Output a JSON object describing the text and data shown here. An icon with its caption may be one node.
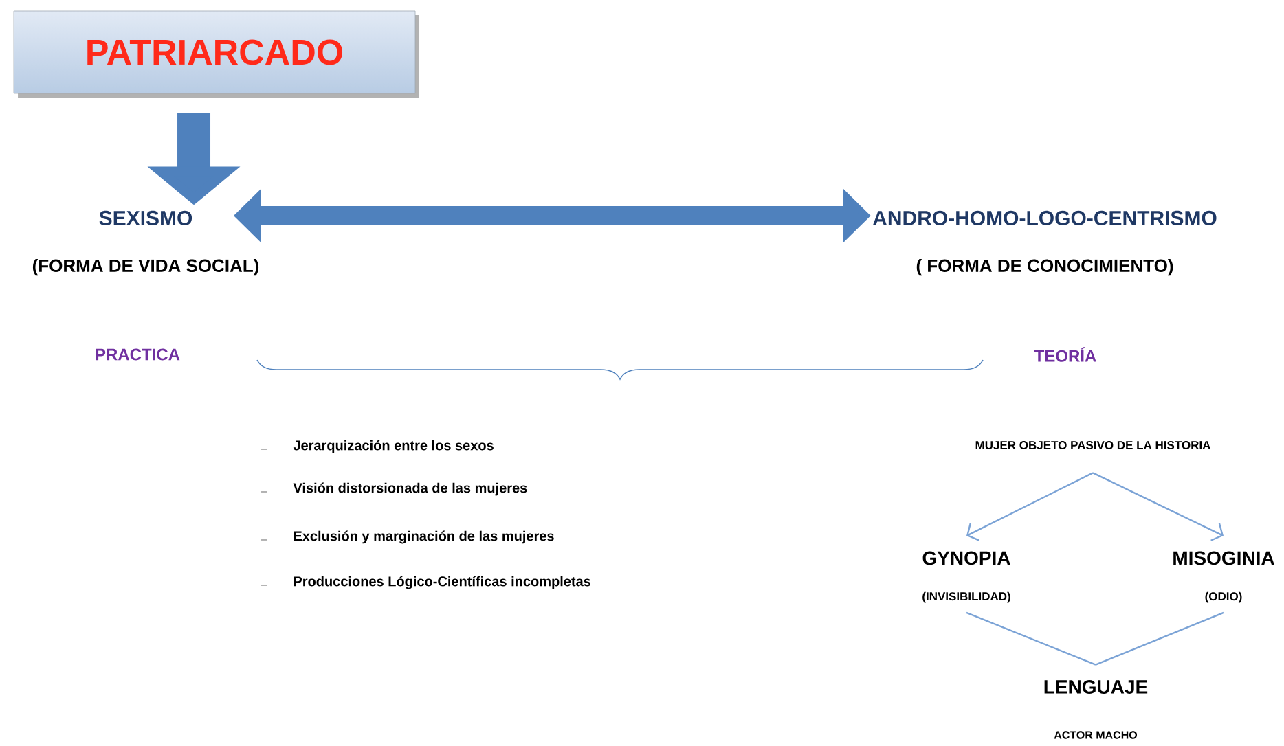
{
  "diagram": {
    "nodes": [
      {
        "text": [
          "PATRIARCADO"
        ]
      },
      {
        "text": [
          "SEXISMO",
          "(FORMA DE VIDA SOCIAL)"
        ]
      },
      {
        "text": [
          "ANDRO-HOMO-LOGO-CENTRISMO",
          "( FORMA DE CONOCIMIENTO)"
        ]
      },
      {
        "text": [
          "MUJER OBJETO PASIVO DE LA HISTORIA"
        ]
      },
      {
        "text": [
          "GYNOPIA",
          "(INVISIBILIDAD)"
        ]
      },
      {
        "text": [
          "MISOGINIA",
          "(ODIO)"
        ]
      },
      {
        "text": [
          "LENGUAJE"
        ]
      }
    ],
    "edges": [
      {
        "from": 0,
        "to": 1,
        "arrow": "to",
        "style": "thick",
        "color": "#4f81bd"
      },
      {
        "from": 1,
        "to": 2,
        "arrow": "both",
        "style": "thick",
        "color": "#4f81bd"
      },
      {
        "from": 3,
        "to": 4,
        "arrow": "to"
      },
      {
        "from": 3,
        "to": 5,
        "arrow": "to"
      },
      {
        "from": 4,
        "to": 6,
        "arrow": "none"
      },
      {
        "from": 5,
        "to": 6,
        "arrow": "none"
      }
    ],
    "labels": [
      "PRACTICA",
      "TEORÍA",
      "Jerarquización entre los sexos",
      "Visión distorsionada de las mujeres",
      "Exclusión y marginación de las mujeres",
      "Producciones Lógico-Científicas incompletas",
      "ACTOR MACHO"
    ]
  }
}
